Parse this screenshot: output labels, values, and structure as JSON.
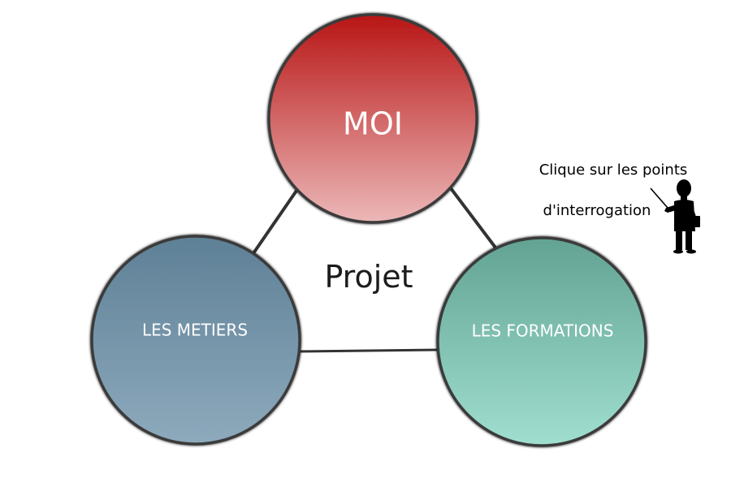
{
  "diagram": {
    "center_label": "Projet",
    "nodes": [
      {
        "id": "moi",
        "label": "MOI",
        "color_top": "#b81515",
        "color_bottom": "#ecb8b8"
      },
      {
        "id": "metiers",
        "label": "LES METIERS",
        "color_top": "#5e8096",
        "color_bottom": "#8eaabd"
      },
      {
        "id": "formations",
        "label": "LES FORMATIONS",
        "color_top": "#62a393",
        "color_bottom": "#a0dfd0"
      }
    ],
    "connector_color": "#333333"
  },
  "hint": {
    "line1": "Clique sur les points",
    "line2": "d'interrogation",
    "icon": "teacher-pointer-icon"
  }
}
